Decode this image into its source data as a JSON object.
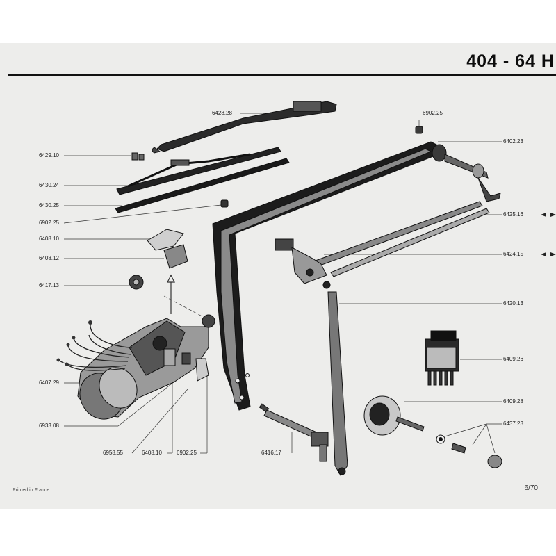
{
  "header": {
    "title": "404 - 64 H"
  },
  "labels": {
    "l6428_28": "6428.28",
    "l6902_25_top": "6902.25",
    "l6402_23": "6402.23",
    "l6429_10": "6429.10",
    "l6430_24": "6430.24",
    "l6430_25": "6430.25",
    "l6902_25_mid": "6902.25",
    "l6408_10_top": "6408.10",
    "l6408_12": "6408.12",
    "l6417_13": "6417.13",
    "l6425_16": "6425.16",
    "l6424_15": "6424.15",
    "l6420_13": "6420.13",
    "l6409_26": "6409.26",
    "l6407_29": "6407.29",
    "l6409_28": "6409.28",
    "l6437_23": "6437.23",
    "l6933_08": "6933.08",
    "l6958_55": "6958.55",
    "l6408_10_bot": "6408.10",
    "l6902_25_bot": "6902.25",
    "l6416_17": "6416.17"
  },
  "footer": {
    "printed": "Printed in France",
    "page": "6/70"
  }
}
